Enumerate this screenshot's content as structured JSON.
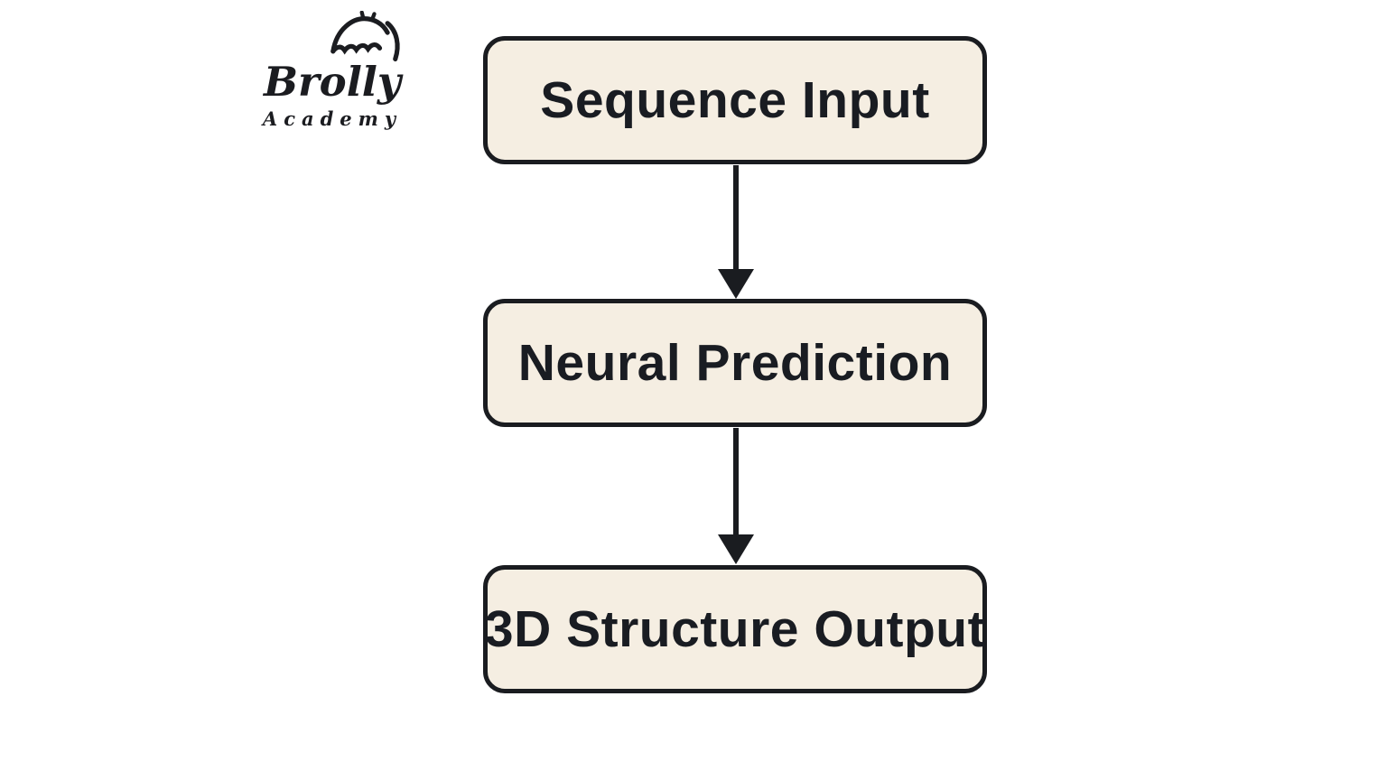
{
  "page": {
    "background_color": "#ffffff"
  },
  "logo": {
    "icon": "umbrella-icon",
    "brand": "Brolly",
    "subtitle": "Academy",
    "ink_color": "#1b1c20"
  },
  "flowchart": {
    "node_style": {
      "fill_color": "#f5eee2",
      "border_color": "#1a1c20",
      "text_color": "#191c22"
    },
    "nodes": [
      {
        "id": "sequence-input",
        "label": "Sequence Input"
      },
      {
        "id": "neural-prediction",
        "label": "Neural Prediction"
      },
      {
        "id": "3d-structure-output",
        "label": "3D Structure Output"
      }
    ],
    "connectors": [
      {
        "from": "sequence-input",
        "to": "neural-prediction",
        "direction": "down"
      },
      {
        "from": "neural-prediction",
        "to": "3d-structure-output",
        "direction": "down"
      }
    ]
  }
}
